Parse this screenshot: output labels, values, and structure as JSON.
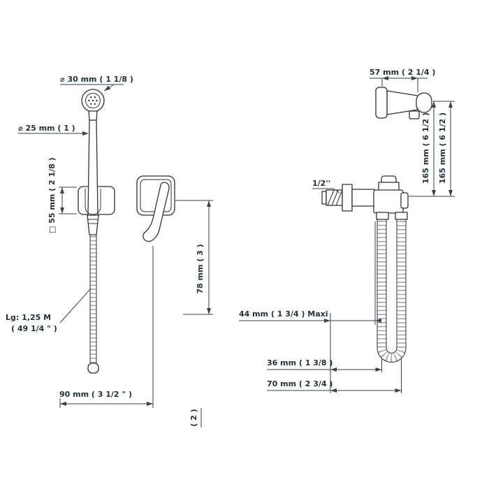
{
  "drawing": {
    "front_view": {
      "head_diameter": "⌀ 30 mm ( 1 1/8 )",
      "handle_diameter": "⌀ 25 mm ( 1 )",
      "bracket_square": "□ 55 mm ( 2 1/8 )",
      "hose_length_label": "Lg: 1,25 M",
      "hose_length_inches": "( 49 1/4 \" )",
      "lever_projection": "78 mm ( 3 )",
      "overall_width": "90 mm ( 3 1/2 \" )",
      "depth_note": "( 2 )"
    },
    "side_view": {
      "head_length": "57 mm ( 2 1/4 )",
      "height_inner": "165 mm ( 6 1/2 )",
      "height_outer": "165 mm ( 6 1/2 )",
      "thread_size": "1/2''",
      "wall_thickness_max": "44 mm ( 1 3/4 ) Maxi",
      "hose_offset_inner": "36 mm ( 1 3/8 )",
      "hose_offset_outer": "70 mm ( 2 3/4 )"
    }
  }
}
